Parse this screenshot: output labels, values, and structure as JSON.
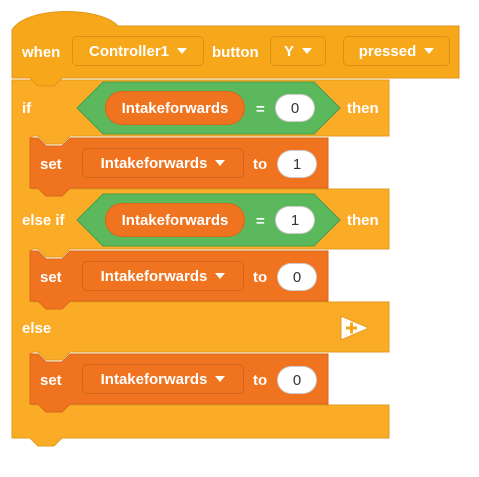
{
  "colors": {
    "event": "#f6a71a",
    "control": "#fbac26",
    "variable": "#f0731f",
    "operator": "#5cb85c"
  },
  "when_block": {
    "when": "when",
    "controller": "Controller1",
    "button_word": "button",
    "button": "Y",
    "action": "pressed"
  },
  "if_block": {
    "if_label": "if",
    "then_label": "then",
    "else_if_label": "else if",
    "else_label": "else",
    "add_icon": "plus-icon"
  },
  "conditions": [
    {
      "variable": "Intakeforwards",
      "operator": "=",
      "value": "0"
    },
    {
      "variable": "Intakeforwards",
      "operator": "=",
      "value": "1"
    }
  ],
  "set_blocks": [
    {
      "set": "set",
      "variable": "Intakeforwards",
      "to": "to",
      "value": "1"
    },
    {
      "set": "set",
      "variable": "Intakeforwards",
      "to": "to",
      "value": "0"
    },
    {
      "set": "set",
      "variable": "Intakeforwards",
      "to": "to",
      "value": "0"
    }
  ]
}
